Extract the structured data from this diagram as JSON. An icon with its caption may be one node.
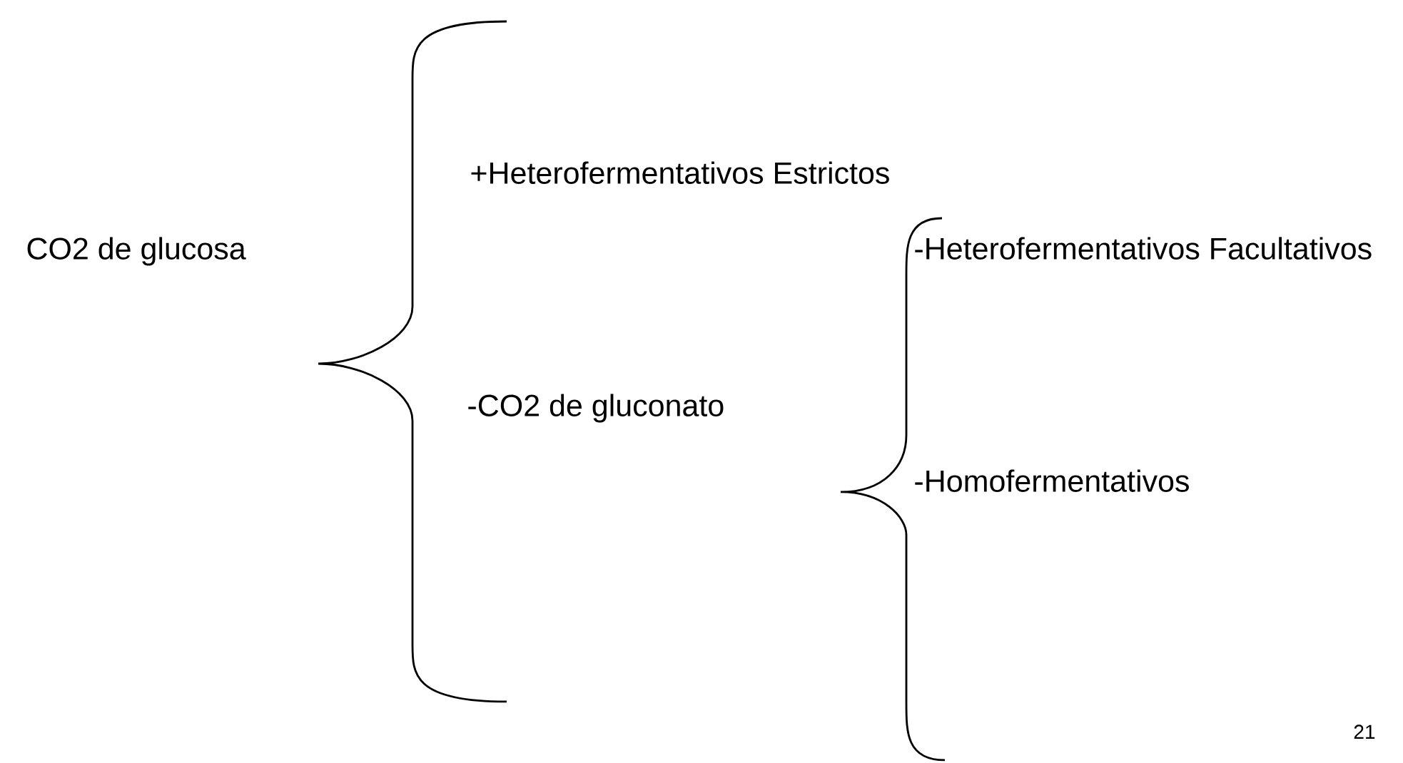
{
  "diagram": {
    "labels": [
      "CO2 de glucosa",
      "+Heterofermentativos Estrictos",
      "-CO2 de gluconato",
      "-Heterofermentativos Facultativos",
      "-Homofermentativos",
      "21"
    ]
  }
}
